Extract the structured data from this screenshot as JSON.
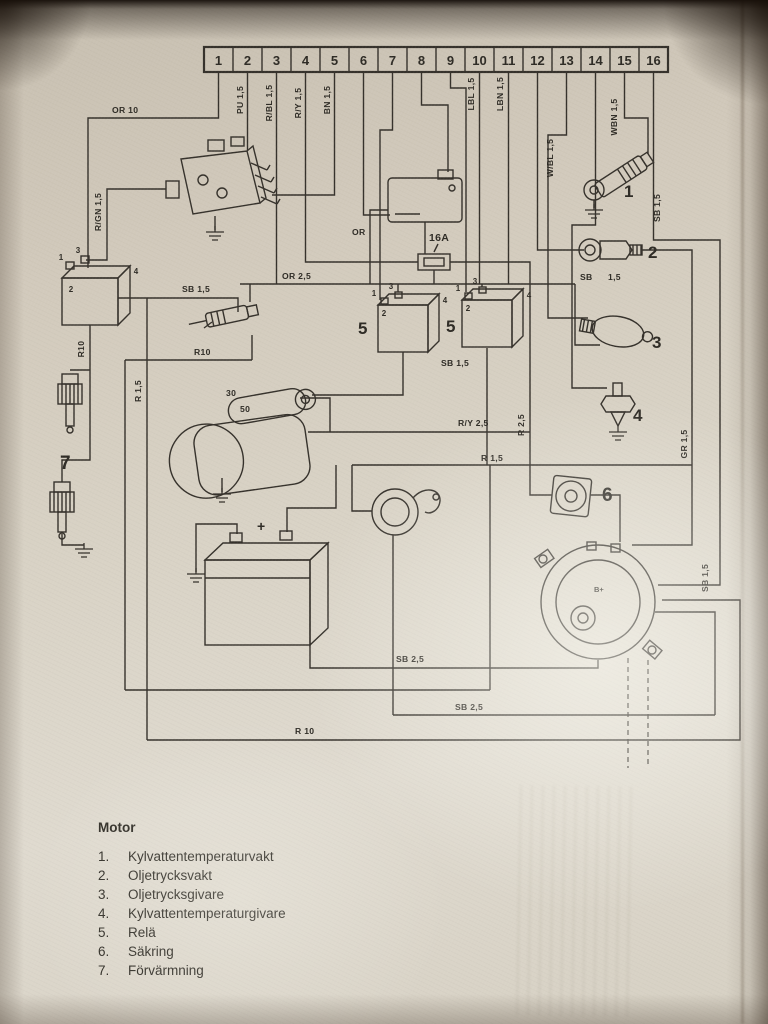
{
  "terminals": [
    "1",
    "2",
    "3",
    "4",
    "5",
    "6",
    "7",
    "8",
    "9",
    "10",
    "11",
    "12",
    "13",
    "14",
    "15",
    "16"
  ],
  "wires": {
    "or10": "OR 10",
    "pu": "PU 1,5",
    "rbl": "R/BL 1,5",
    "ry": "R/Y 1,5",
    "bn": "BN 1,5",
    "lbl": "LBL 1,5",
    "lbn": "LBN 1,5",
    "wbl": "W/BL 1,5",
    "wbn": "WBN 1,5",
    "sb15_right_top": "SB 1,5",
    "rgn": "R/GN 1,5",
    "sb15_relay": "SB 1,5",
    "or25": "OR 2,5",
    "r10_sensor": "R10",
    "r10_vert": "R10",
    "r15_left": "R 1,5",
    "or_small": "OR",
    "fuse": "16A",
    "sb15_relays": "SB 1,5",
    "sb": "SB",
    "sb_size": "1,5",
    "ry25": "R/Y  2,5",
    "r25": "R 2,5",
    "r15_mid": "R 1,5",
    "gr15": "GR 1,5",
    "sb15_alt": "SB 1,5",
    "sb25_a": "SB 2,5",
    "sb25_b": "SB 2,5",
    "r10_bottom": "R 10",
    "t30": "30",
    "t50": "50",
    "plus": "+",
    "bplus": "B+"
  },
  "marks": {
    "c1": "1",
    "c2": "2",
    "c3": "3",
    "c4": "4",
    "c5": "5",
    "c6": "6",
    "c7": "7"
  },
  "pins": {
    "p1": "1",
    "p2": "2",
    "p3": "3",
    "p4": "4"
  },
  "legend": {
    "title": "Motor",
    "items": [
      {
        "num": "1.",
        "label": "Kylvattentemperaturvakt"
      },
      {
        "num": "2.",
        "label": "Oljetrycksvakt"
      },
      {
        "num": "3.",
        "label": "Oljetrycksgivare"
      },
      {
        "num": "4.",
        "label": "Kylvattentemperaturgivare"
      },
      {
        "num": "5.",
        "label": "Relä"
      },
      {
        "num": "6.",
        "label": "Säkring"
      },
      {
        "num": "7.",
        "label": "Förvärmning"
      }
    ]
  }
}
